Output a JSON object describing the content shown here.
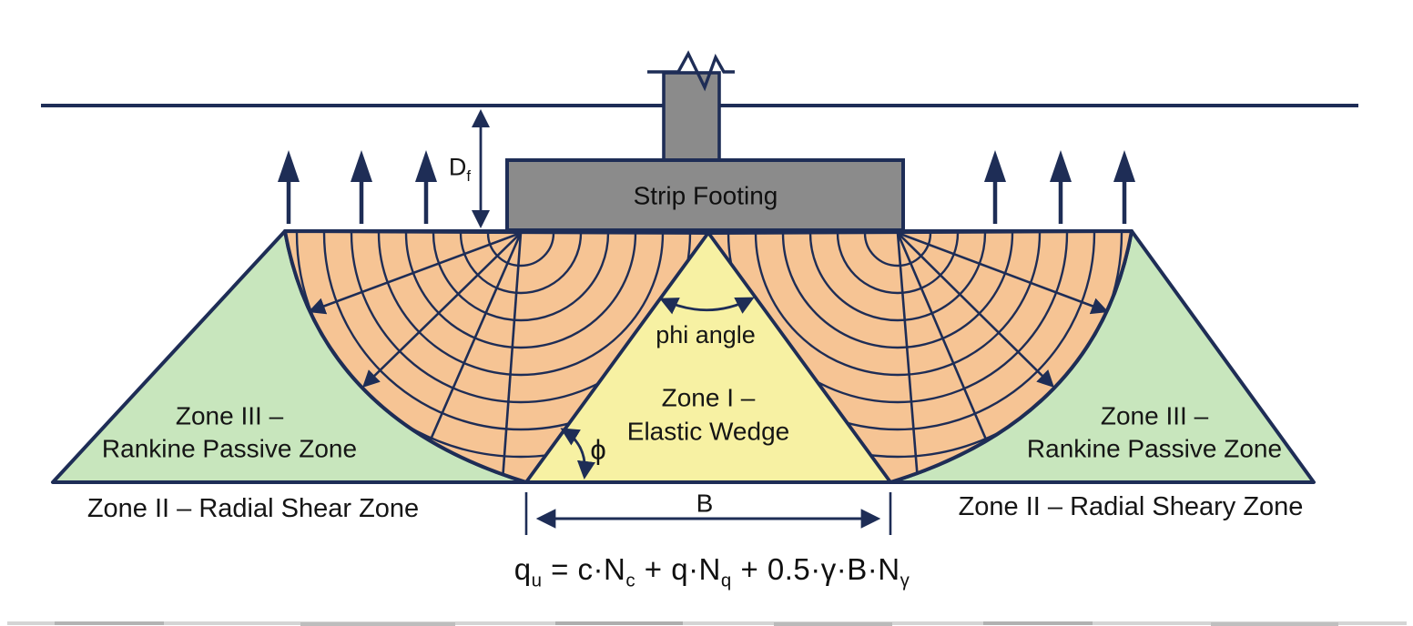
{
  "labels": {
    "strip_footing": "Strip Footing",
    "depth_main": "D",
    "depth_sub": "f",
    "phi_angle": "phi angle",
    "zone1_l1": "Zone I –",
    "zone1_l2": "Elastic Wedge",
    "zone3_left_l1": "Zone III –",
    "zone3_left_l2": "Rankine Passive Zone",
    "zone3_right_l1": "Zone III –",
    "zone3_right_l2": "Rankine Passive Zone",
    "zone2_left": "Zone II – Radial Shear Zone",
    "zone2_right": "Zone II – Radial Sheary Zone",
    "phi_symbol": "ϕ",
    "width_label": "B"
  },
  "equation": {
    "p1": "q",
    "s1": "u",
    "p2": " = c·N",
    "s2": "c",
    "p3": " + q·N",
    "s3": "q",
    "p4": " + 0.5·γ·B·N",
    "s4": "γ"
  },
  "colors": {
    "navy": "#1e2d56",
    "orange": "#f6c494",
    "yellow": "#f7f1a3",
    "green": "#c8e6bd",
    "footing_gray": "#8b8b8b",
    "text": "#151515",
    "background": "#ffffff"
  }
}
